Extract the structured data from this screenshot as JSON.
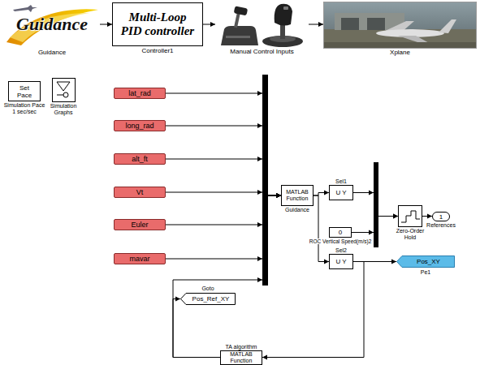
{
  "diagram": {
    "nodes": [
      {
        "text": [
          "Guidance",
          "Guidance"
        ]
      },
      {
        "text": [
          "Multi-Loop PID controller",
          "Controller1"
        ]
      },
      {
        "text": [
          "Manual Control Inputs"
        ]
      },
      {
        "text": [
          "Xplane"
        ]
      },
      {
        "text": [
          "Set Pace",
          "Simulation Pace 1 sec/sec"
        ]
      },
      {
        "text": [
          "Simulation Graphs"
        ]
      },
      {
        "text": [
          "lat_rad"
        ]
      },
      {
        "text": [
          "long_rad"
        ]
      },
      {
        "text": [
          "alt_ft"
        ]
      },
      {
        "text": [
          "Vt"
        ]
      },
      {
        "text": [
          "Euler"
        ]
      },
      {
        "text": [
          "mavar"
        ]
      },
      {
        "text": [
          "MATLAB Function",
          "Guidance"
        ]
      },
      {
        "text": [
          "Sel1",
          "U Y"
        ]
      },
      {
        "text": [
          "0",
          "ROC Vertical Speed(m/s)2"
        ]
      },
      {
        "text": [
          "Zero-Order Hold"
        ]
      },
      {
        "text": [
          "1",
          "References"
        ]
      },
      {
        "text": [
          "Sel2",
          "U Y"
        ]
      },
      {
        "text": [
          "Pos_XY",
          "Pe1"
        ]
      },
      {
        "text": [
          "Goto",
          "Pos_Ref_XY"
        ]
      },
      {
        "text": [
          "TA algorithm",
          "MATLAB Function"
        ]
      }
    ],
    "edges": [
      {
        "from": 0,
        "to": 1,
        "arrow": "to"
      },
      {
        "from": 1,
        "to": 2,
        "arrow": "to"
      },
      {
        "from": 2,
        "to": 3,
        "arrow": "to"
      },
      {
        "from": 6,
        "to": 12,
        "arrow": "to"
      },
      {
        "from": 7,
        "to": 12,
        "arrow": "to"
      },
      {
        "from": 8,
        "to": 12,
        "arrow": "to"
      },
      {
        "from": 9,
        "to": 12,
        "arrow": "to"
      },
      {
        "from": 10,
        "to": 12,
        "arrow": "to"
      },
      {
        "from": 11,
        "to": 12,
        "arrow": "to"
      },
      {
        "from": 20,
        "to": 12,
        "arrow": "to"
      },
      {
        "from": 20,
        "to": 19,
        "arrow": "to"
      },
      {
        "from": 12,
        "to": 13,
        "arrow": "to"
      },
      {
        "from": 12,
        "to": 17,
        "arrow": "to"
      },
      {
        "from": 13,
        "to": 15,
        "arrow": "to"
      },
      {
        "from": 14,
        "to": 15,
        "arrow": "to"
      },
      {
        "from": 15,
        "to": 16,
        "arrow": "to"
      },
      {
        "from": 17,
        "to": 18,
        "arrow": "to"
      },
      {
        "from": 17,
        "to": 20,
        "arrow": "to"
      }
    ]
  }
}
